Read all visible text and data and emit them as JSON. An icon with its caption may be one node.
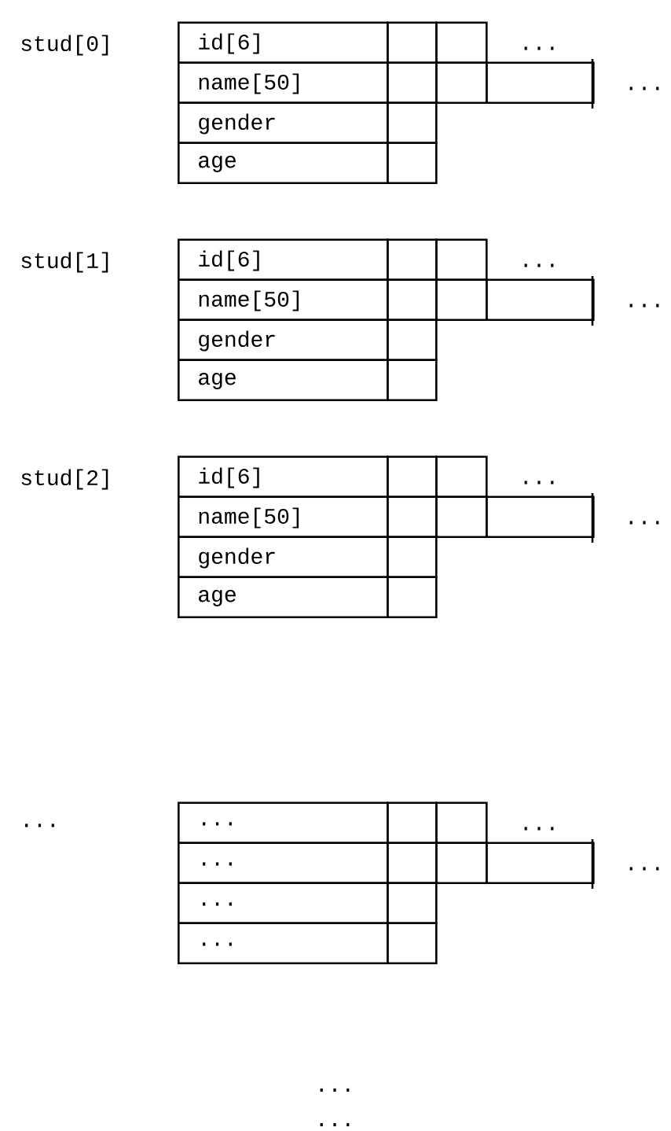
{
  "diagram": {
    "nodes": [
      {
        "text": [
          "id[6]"
        ]
      },
      {
        "text": [],
        "shape": "box"
      },
      {
        "text": [],
        "shape": "box"
      },
      {
        "text": [
          "name[50]"
        ]
      },
      {
        "text": [],
        "shape": "box"
      },
      {
        "text": [],
        "shape": "box"
      },
      {
        "text": [],
        "shape": "box"
      },
      {
        "text": [
          "gender"
        ]
      },
      {
        "text": [],
        "shape": "box"
      },
      {
        "text": [
          "age"
        ]
      },
      {
        "text": [],
        "shape": "box"
      },
      {
        "text": [
          "id[6]"
        ]
      },
      {
        "text": [],
        "shape": "box"
      },
      {
        "text": [],
        "shape": "box"
      },
      {
        "text": [
          "name[50]"
        ]
      },
      {
        "text": [],
        "shape": "box"
      },
      {
        "text": [],
        "shape": "box"
      },
      {
        "text": [],
        "shape": "box"
      },
      {
        "text": [
          "gender"
        ]
      },
      {
        "text": [],
        "shape": "box"
      },
      {
        "text": [
          "age"
        ]
      },
      {
        "text": [],
        "shape": "box"
      },
      {
        "text": [
          "id[6]"
        ]
      },
      {
        "text": [],
        "shape": "box"
      },
      {
        "text": [],
        "shape": "box"
      },
      {
        "text": [
          "name[50]"
        ]
      },
      {
        "text": [],
        "shape": "box"
      },
      {
        "text": [],
        "shape": "box"
      },
      {
        "text": [],
        "shape": "box"
      },
      {
        "text": [
          "gender"
        ]
      },
      {
        "text": [],
        "shape": "box"
      },
      {
        "text": [
          "age"
        ]
      },
      {
        "text": [],
        "shape": "box"
      },
      {
        "text": [
          "..."
        ]
      },
      {
        "text": [],
        "shape": "box"
      },
      {
        "text": [],
        "shape": "box"
      },
      {
        "text": [
          "..."
        ]
      },
      {
        "text": [],
        "shape": "box"
      },
      {
        "text": [],
        "shape": "box"
      },
      {
        "text": [],
        "shape": "box"
      },
      {
        "text": [
          "..."
        ]
      },
      {
        "text": [],
        "shape": "box"
      },
      {
        "text": [
          "..."
        ]
      },
      {
        "text": [],
        "shape": "box"
      }
    ],
    "labels": [
      "stud[0]",
      "...",
      "...",
      "stud[1]",
      "...",
      "...",
      "stud[2]",
      "...",
      "...",
      "...",
      "...",
      "...",
      "...",
      "..."
    ]
  }
}
